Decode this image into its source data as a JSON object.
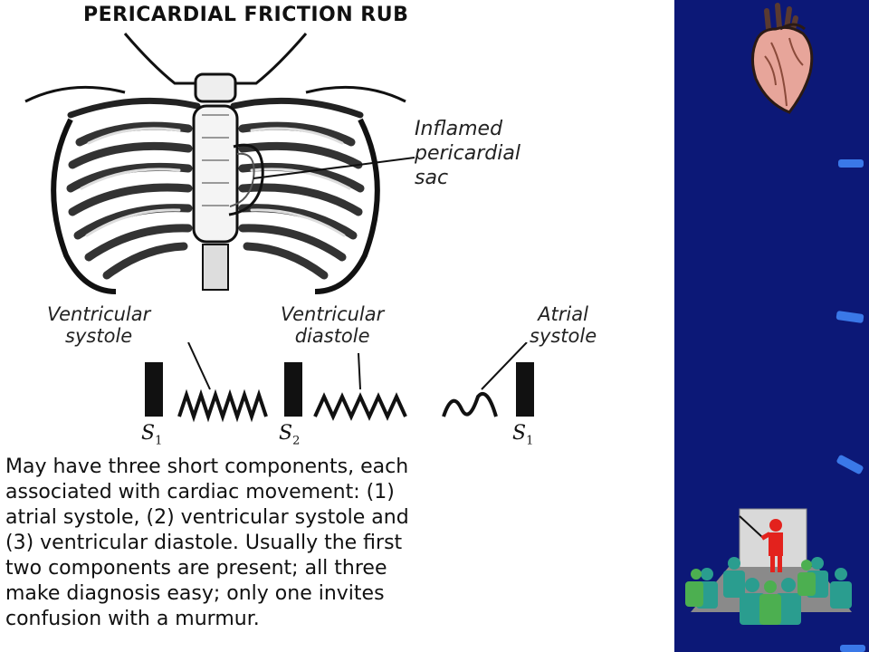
{
  "slide": {
    "title": "PERICARDIAL FRICTION RUB",
    "annotation": [
      "Inflamed",
      "pericardial",
      "sac"
    ],
    "phases": {
      "ventricular_systole": [
        "Ventricular",
        "systole"
      ],
      "ventricular_diastole": [
        "Ventricular",
        "diastole"
      ],
      "atrial_systole": [
        "Atrial",
        "systole"
      ]
    },
    "sounds": {
      "s1_left": {
        "base": "S",
        "sub": "1"
      },
      "s2": {
        "base": "S",
        "sub": "2"
      },
      "s1_right": {
        "base": "S",
        "sub": "1"
      }
    },
    "caption_lines": [
      "May have three short components, each",
      "associated with cardiac movement: (1)",
      "atrial systole, (2) ventricular systole and",
      "(3) ventricular diastole. Usually the first",
      "two components are present; all three",
      "make diagnosis easy; only one invites",
      "confusion with a murmur."
    ]
  },
  "theme": {
    "sidebar_color": "#0c1877",
    "accent_color": "#3a78e8",
    "heart_color": "#e7a59a",
    "presenter_color": "#e3221d"
  },
  "icons": [
    "heart-clipart-icon",
    "presenter-audience-icon"
  ]
}
